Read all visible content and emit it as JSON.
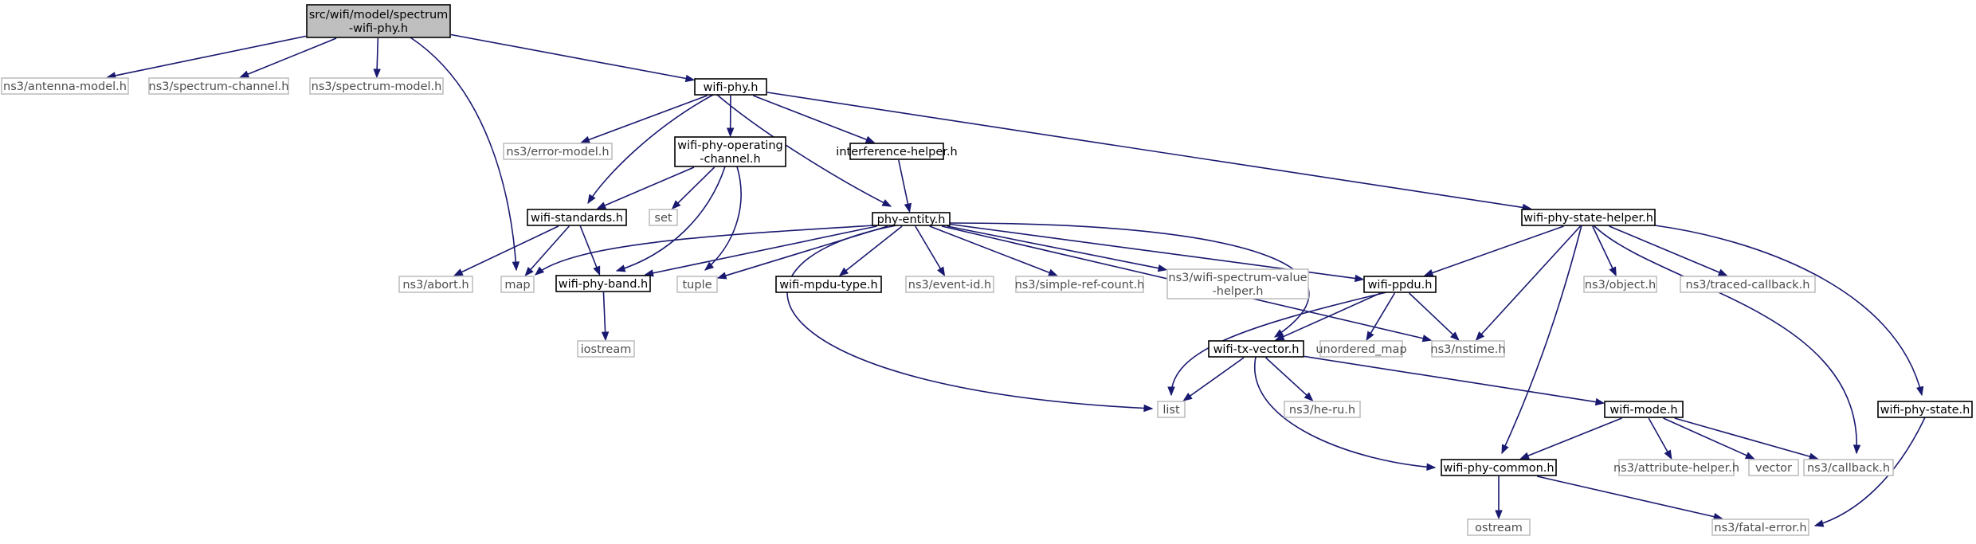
{
  "graph": {
    "colors": {
      "edge": "#191970",
      "root_fill": "#bfbfbf",
      "local_border": "#000000",
      "external_border": "#bfbfbf",
      "external_text": "#4d4d4d"
    },
    "nodes": [
      {
        "id": "root",
        "kind": "root",
        "lines": [
          "src/wifi/model/spectrum",
          "-wifi-phy.h"
        ]
      },
      {
        "id": "antenna",
        "kind": "external",
        "lines": [
          "ns3/antenna-model.h"
        ]
      },
      {
        "id": "spectrumChannel",
        "kind": "external",
        "lines": [
          "ns3/spectrum-channel.h"
        ]
      },
      {
        "id": "spectrumModel",
        "kind": "external",
        "lines": [
          "ns3/spectrum-model.h"
        ]
      },
      {
        "id": "wifiPhy",
        "kind": "local",
        "lines": [
          "wifi-phy.h"
        ]
      },
      {
        "id": "errorModel",
        "kind": "external",
        "lines": [
          "ns3/error-model.h"
        ]
      },
      {
        "id": "opChannel",
        "kind": "local",
        "lines": [
          "wifi-phy-operating",
          "-channel.h"
        ]
      },
      {
        "id": "interference",
        "kind": "local",
        "lines": [
          "interference-helper.h"
        ]
      },
      {
        "id": "stateHelper",
        "kind": "local",
        "lines": [
          "wifi-phy-state-helper.h"
        ]
      },
      {
        "id": "standards",
        "kind": "local",
        "lines": [
          "wifi-standards.h"
        ]
      },
      {
        "id": "set",
        "kind": "external",
        "lines": [
          "set"
        ]
      },
      {
        "id": "phyEntity",
        "kind": "local",
        "lines": [
          "phy-entity.h"
        ]
      },
      {
        "id": "abort",
        "kind": "external",
        "lines": [
          "ns3/abort.h"
        ]
      },
      {
        "id": "map",
        "kind": "external",
        "lines": [
          "map"
        ]
      },
      {
        "id": "phyBand",
        "kind": "local",
        "lines": [
          "wifi-phy-band.h"
        ]
      },
      {
        "id": "tuple",
        "kind": "external",
        "lines": [
          "tuple"
        ]
      },
      {
        "id": "mpduType",
        "kind": "local",
        "lines": [
          "wifi-mpdu-type.h"
        ]
      },
      {
        "id": "eventId",
        "kind": "external",
        "lines": [
          "ns3/event-id.h"
        ]
      },
      {
        "id": "simpleRef",
        "kind": "external",
        "lines": [
          "ns3/simple-ref-count.h"
        ]
      },
      {
        "id": "spectrumValue",
        "kind": "external",
        "lines": [
          "ns3/wifi-spectrum-value",
          "-helper.h"
        ]
      },
      {
        "id": "ppdu",
        "kind": "local",
        "lines": [
          "wifi-ppdu.h"
        ]
      },
      {
        "id": "object",
        "kind": "external",
        "lines": [
          "ns3/object.h"
        ]
      },
      {
        "id": "tracedCb",
        "kind": "external",
        "lines": [
          "ns3/traced-callback.h"
        ]
      },
      {
        "id": "iostream",
        "kind": "external",
        "lines": [
          "iostream"
        ]
      },
      {
        "id": "unorderedMap",
        "kind": "external",
        "lines": [
          "unordered_map"
        ]
      },
      {
        "id": "nstime",
        "kind": "external",
        "lines": [
          "ns3/nstime.h"
        ]
      },
      {
        "id": "txVector",
        "kind": "local",
        "lines": [
          "wifi-tx-vector.h"
        ]
      },
      {
        "id": "list",
        "kind": "external",
        "lines": [
          "list"
        ]
      },
      {
        "id": "heRu",
        "kind": "external",
        "lines": [
          "ns3/he-ru.h"
        ]
      },
      {
        "id": "wifiMode",
        "kind": "local",
        "lines": [
          "wifi-mode.h"
        ]
      },
      {
        "id": "phyState",
        "kind": "local",
        "lines": [
          "wifi-phy-state.h"
        ]
      },
      {
        "id": "phyCommon",
        "kind": "local",
        "lines": [
          "wifi-phy-common.h"
        ]
      },
      {
        "id": "attrHelper",
        "kind": "external",
        "lines": [
          "ns3/attribute-helper.h"
        ]
      },
      {
        "id": "vector",
        "kind": "external",
        "lines": [
          "vector"
        ]
      },
      {
        "id": "callback",
        "kind": "external",
        "lines": [
          "ns3/callback.h"
        ]
      },
      {
        "id": "ostream",
        "kind": "external",
        "lines": [
          "ostream"
        ]
      },
      {
        "id": "fatalError",
        "kind": "external",
        "lines": [
          "ns3/fatal-error.h"
        ]
      }
    ],
    "edges": [
      {
        "from": "root",
        "to": "antenna"
      },
      {
        "from": "root",
        "to": "spectrumChannel"
      },
      {
        "from": "root",
        "to": "spectrumModel"
      },
      {
        "from": "root",
        "to": "map"
      },
      {
        "from": "root",
        "to": "wifiPhy"
      },
      {
        "from": "wifiPhy",
        "to": "errorModel"
      },
      {
        "from": "wifiPhy",
        "to": "standards"
      },
      {
        "from": "wifiPhy",
        "to": "opChannel"
      },
      {
        "from": "wifiPhy",
        "to": "interference"
      },
      {
        "from": "wifiPhy",
        "to": "phyEntity"
      },
      {
        "from": "wifiPhy",
        "to": "stateHelper"
      },
      {
        "from": "opChannel",
        "to": "standards"
      },
      {
        "from": "opChannel",
        "to": "set"
      },
      {
        "from": "opChannel",
        "to": "phyBand"
      },
      {
        "from": "opChannel",
        "to": "tuple"
      },
      {
        "from": "interference",
        "to": "phyEntity"
      },
      {
        "from": "standards",
        "to": "abort"
      },
      {
        "from": "standards",
        "to": "map"
      },
      {
        "from": "standards",
        "to": "phyBand"
      },
      {
        "from": "phyEntity",
        "to": "map"
      },
      {
        "from": "phyEntity",
        "to": "phyBand"
      },
      {
        "from": "phyEntity",
        "to": "tuple"
      },
      {
        "from": "phyEntity",
        "to": "mpduType"
      },
      {
        "from": "phyEntity",
        "to": "eventId"
      },
      {
        "from": "phyEntity",
        "to": "simpleRef"
      },
      {
        "from": "phyEntity",
        "to": "spectrumValue"
      },
      {
        "from": "phyEntity",
        "to": "ppdu"
      },
      {
        "from": "phyEntity",
        "to": "txVector"
      },
      {
        "from": "phyEntity",
        "to": "nstime"
      },
      {
        "from": "phyEntity",
        "to": "list"
      },
      {
        "from": "phyBand",
        "to": "iostream"
      },
      {
        "from": "stateHelper",
        "to": "ppdu"
      },
      {
        "from": "stateHelper",
        "to": "nstime"
      },
      {
        "from": "stateHelper",
        "to": "object"
      },
      {
        "from": "stateHelper",
        "to": "tracedCb"
      },
      {
        "from": "stateHelper",
        "to": "phyCommon"
      },
      {
        "from": "stateHelper",
        "to": "callback"
      },
      {
        "from": "stateHelper",
        "to": "phyState"
      },
      {
        "from": "ppdu",
        "to": "list"
      },
      {
        "from": "ppdu",
        "to": "unorderedMap"
      },
      {
        "from": "ppdu",
        "to": "txVector"
      },
      {
        "from": "ppdu",
        "to": "nstime"
      },
      {
        "from": "txVector",
        "to": "list"
      },
      {
        "from": "txVector",
        "to": "heRu"
      },
      {
        "from": "txVector",
        "to": "wifiMode"
      },
      {
        "from": "txVector",
        "to": "phyCommon"
      },
      {
        "from": "wifiMode",
        "to": "phyCommon"
      },
      {
        "from": "wifiMode",
        "to": "attrHelper"
      },
      {
        "from": "wifiMode",
        "to": "vector"
      },
      {
        "from": "wifiMode",
        "to": "callback"
      },
      {
        "from": "phyState",
        "to": "fatalError"
      },
      {
        "from": "phyCommon",
        "to": "ostream"
      },
      {
        "from": "phyCommon",
        "to": "fatalError"
      }
    ]
  }
}
